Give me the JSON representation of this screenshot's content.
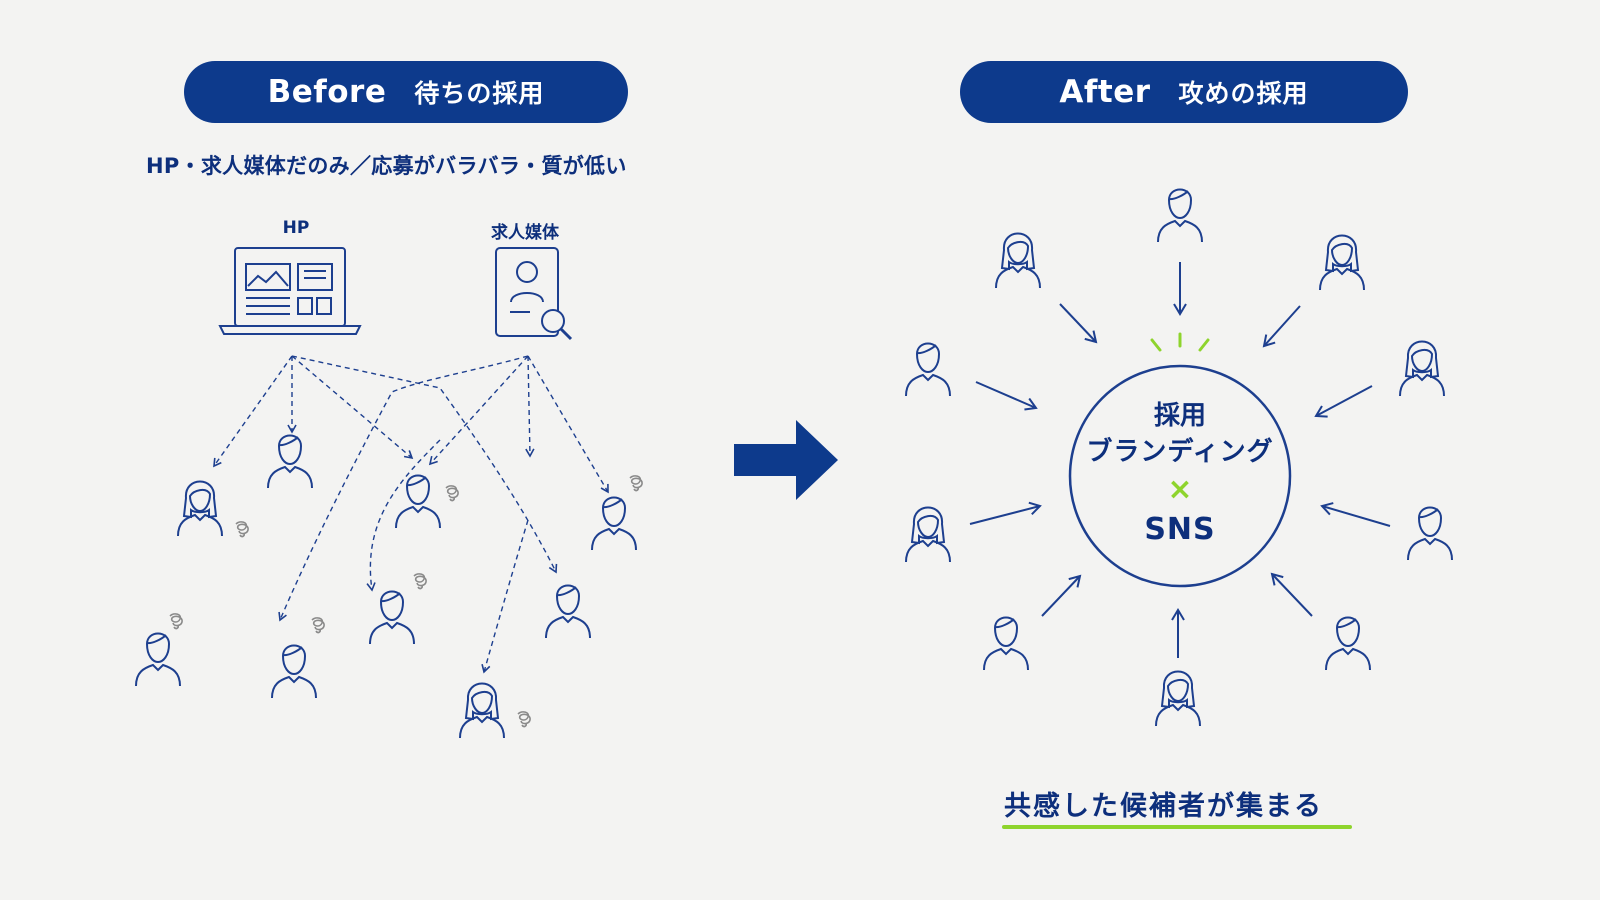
{
  "before": {
    "pill_en": "Before",
    "pill_jp": "待ちの採用",
    "caption": "HP・求人媒体だのみ／応募がバラバラ・質が低い",
    "hp_label": "HP",
    "media_label": "求人媒体"
  },
  "after": {
    "pill_en": "After",
    "pill_jp": "攻めの採用",
    "hub_line1": "採用",
    "hub_line2": "ブランディング",
    "hub_x": "×",
    "hub_line3": "SNS",
    "caption": "共感した候補者が集まる"
  },
  "colors": {
    "navy": "#0d3a8c",
    "accent_green": "#8ed42d",
    "background": "#f3f3f2",
    "confused_gray": "#8a8a8a"
  },
  "icons": [
    "laptop-icon",
    "resume-search-icon",
    "person-icon",
    "confused-scribble-icon",
    "arrow-right-icon",
    "spark-icon"
  ]
}
